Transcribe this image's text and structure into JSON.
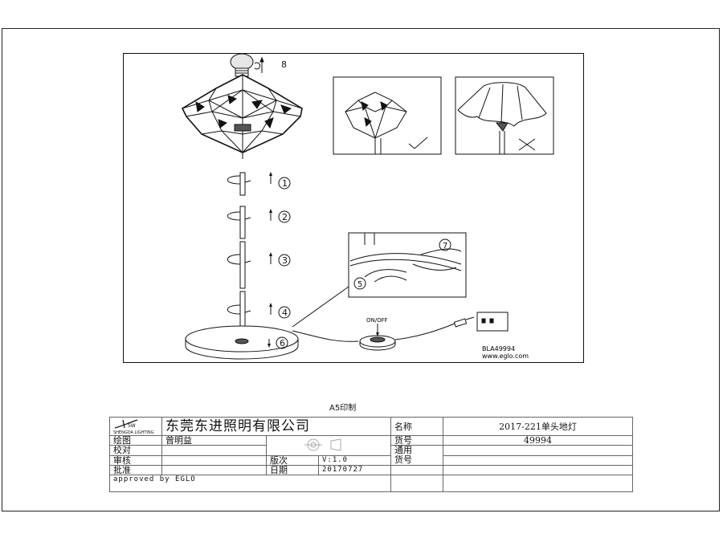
{
  "drawing": {
    "steps": [
      "1",
      "2",
      "3",
      "4",
      "5",
      "6",
      "7",
      "8"
    ],
    "switch_label": "ON/OFF",
    "model_code": "BLA49994",
    "website": "www.eglo.com"
  },
  "print_note": "A5印制",
  "title_block": {
    "logo_text": "SHENGDA LIGHTING",
    "logo_abbr": "SW",
    "company": "东莞东进照明有限公司",
    "name_label": "名称",
    "name_value": "2017-221单头地灯",
    "drawn_label": "绘图",
    "drawn_value": "曾明益",
    "item_no_label": "货号",
    "item_no_value": "49994",
    "check_label": "校对",
    "general_label": "通用",
    "general_label2": "货号",
    "review_label": "审核",
    "version_label": "版次",
    "version_value": "V:1.0",
    "approve_label": "批准",
    "date_label": "日期",
    "date_value": "20170727",
    "approved_by": "approved by EGLO"
  }
}
